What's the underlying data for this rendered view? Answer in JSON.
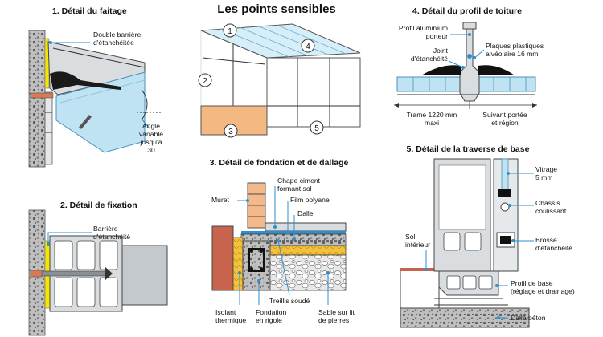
{
  "title": "Les points sensibles",
  "sections": {
    "faitage": {
      "heading": "1. Détail du faitage",
      "label_barriere": [
        "Double barrière",
        "d'étanchéitée"
      ],
      "label_angle": [
        "Angle",
        "variable",
        "jusqu'à",
        "30"
      ]
    },
    "fixation": {
      "heading": "2. Détail de fixation",
      "label_barriere": [
        "Barrière",
        "d'étanchéité"
      ]
    },
    "fondation": {
      "heading": "3. Détail de fondation et de dallage",
      "labels": {
        "muret": "Muret",
        "chape": [
          "Chape ciment",
          "formant sol"
        ],
        "film": "Film polyane",
        "dalle": "Dalle",
        "isolant": [
          "Isolant",
          "thermique"
        ],
        "fondation": [
          "Fondation",
          "en rigole"
        ],
        "treillis": "Treillis soudé",
        "sable": [
          "Sable sur lit",
          "de pierres"
        ]
      }
    },
    "profil_toiture": {
      "heading": "4. Détail du profil de toiture",
      "labels": {
        "profil": [
          "Profil aluminium",
          "porteur"
        ],
        "joint": [
          "Joint",
          "d'étanchéité"
        ],
        "plaques": [
          "Plaques plastiques",
          "alvéolaire 16 mm"
        ],
        "trame": [
          "Trame 1220 mm",
          "maxi"
        ],
        "suivant": [
          "Suivant portée",
          "et région"
        ]
      }
    },
    "traverse": {
      "heading": "5. Détail de la traverse de base",
      "labels": {
        "sol": [
          "Sol",
          "intérieur"
        ],
        "vitrage": [
          "Vitrage",
          "5 mm"
        ],
        "chassis": [
          "Chassis",
          "coulissant"
        ],
        "brosse": [
          "Brosse",
          "d'étanchéité"
        ],
        "profil_base": [
          "Profil de base",
          "(réglage et drainage)"
        ],
        "dalle_beton": "Dalle béton"
      }
    }
  },
  "veranda_markers": [
    "1",
    "2",
    "3",
    "4",
    "5"
  ],
  "colors": {
    "accent_blue": "#2d8fd0",
    "glass": "#bfe3f2",
    "aluminium": "#d9dde0",
    "seal_yellow": "#f5e600",
    "brick": "#c8634e",
    "insulation": "#f3c23c",
    "wall_orange": "#f4b883"
  }
}
